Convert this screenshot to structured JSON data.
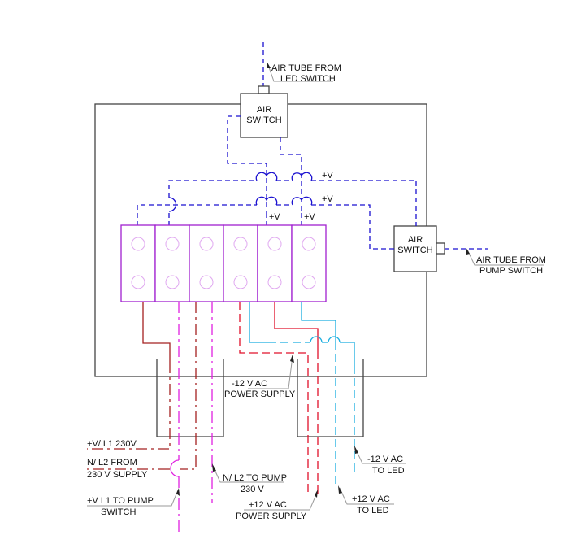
{
  "diagram": {
    "type": "wiring-diagram",
    "colors": {
      "enclosure": "#444444",
      "terminal_block": "#a020d0",
      "air_tube": "#1a10d0",
      "live_230v": "#a52020",
      "neutral_230v": "#e020e0",
      "plus_12v": "#e0102a",
      "minus_12v": "#1aaee0"
    },
    "components": {
      "led_air_switch": {
        "line1": "AIR",
        "line2": "SWITCH"
      },
      "pump_air_switch": {
        "line1": "AIR",
        "line2": "SWITCH"
      },
      "terminal_block": {
        "terminals": 6
      }
    },
    "voltage_marks": {
      "upper_right": "+V",
      "lower_right": "+V",
      "terminal_5": "+V",
      "terminal_6": "+V"
    },
    "labels": {
      "air_tube_led": {
        "line1": "AIR TUBE FROM",
        "line2": "LED SWITCH"
      },
      "air_tube_pump": {
        "line1": "AIR TUBE FROM",
        "line2": "PUMP SWITCH"
      },
      "minus12_supply": {
        "line1": "-12 V AC",
        "line2": "POWER SUPPLY"
      },
      "l1_230": {
        "line1": "+V/ L1 230V"
      },
      "n_l2_from": {
        "line1": "N/ L2 FROM",
        "line2": "230 V SUPPLY"
      },
      "l1_to_pump": {
        "line1": "+V L1 TO PUMP",
        "line2": "SWITCH"
      },
      "n_l2_to_pump": {
        "line1": "N/ L2 TO PUMP",
        "line2": "230 V"
      },
      "plus12_supply": {
        "line1": "+12 V AC",
        "line2": "POWER SUPPLY"
      },
      "minus12_led": {
        "line1": "-12 V AC",
        "line2": "TO LED"
      },
      "plus12_led": {
        "line1": "+12 V AC",
        "line2": "TO LED"
      }
    }
  }
}
